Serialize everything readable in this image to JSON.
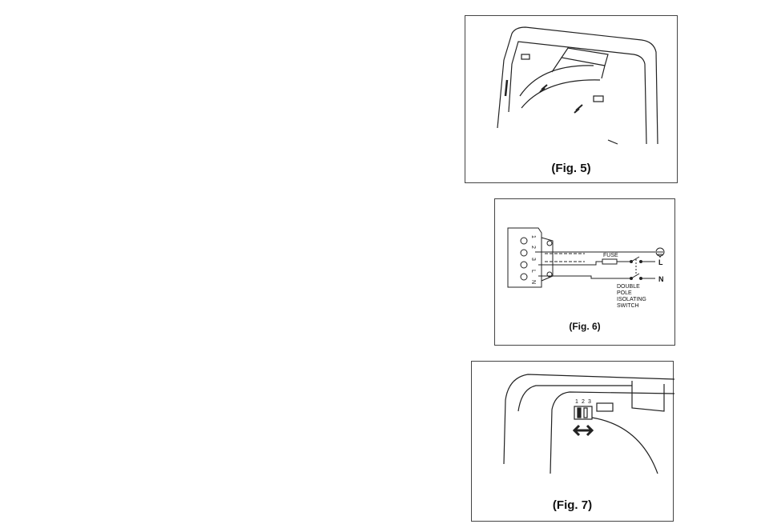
{
  "figures": {
    "fig5": {
      "caption": "(Fig. 5)"
    },
    "fig6": {
      "caption": "(Fig. 6)",
      "fuse_label": "FUSE",
      "live_label": "L",
      "neutral_label": "N",
      "switch_label": [
        "DOUBLE",
        "POLE",
        "ISOLATING",
        "SWITCH"
      ],
      "terminal_labels": [
        "1",
        "2",
        "3",
        "L",
        "N"
      ]
    },
    "fig7": {
      "caption": "(Fig. 7)",
      "switch_positions": [
        "1",
        "2",
        "3"
      ]
    }
  }
}
